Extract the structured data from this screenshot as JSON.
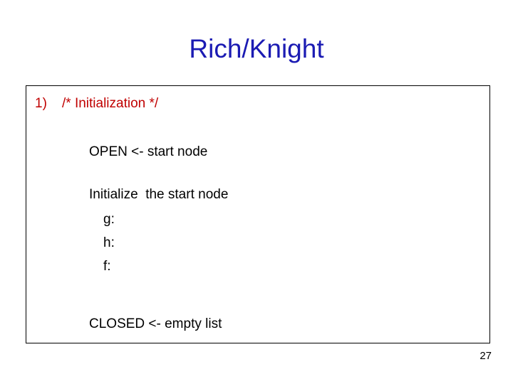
{
  "slide": {
    "title": "Rich/Knight",
    "page_number": "27",
    "list": [
      {
        "marker": "1)",
        "text": "/* Initialization */"
      }
    ],
    "body_lines": [
      "OPEN <- start node",
      "Initialize  the start node",
      "g:",
      "h:",
      "f:",
      "CLOSED <- empty list"
    ],
    "colors": {
      "title": "#1b1bb3",
      "list_item": "#c00000",
      "body": "#000000",
      "border": "#000000"
    }
  }
}
